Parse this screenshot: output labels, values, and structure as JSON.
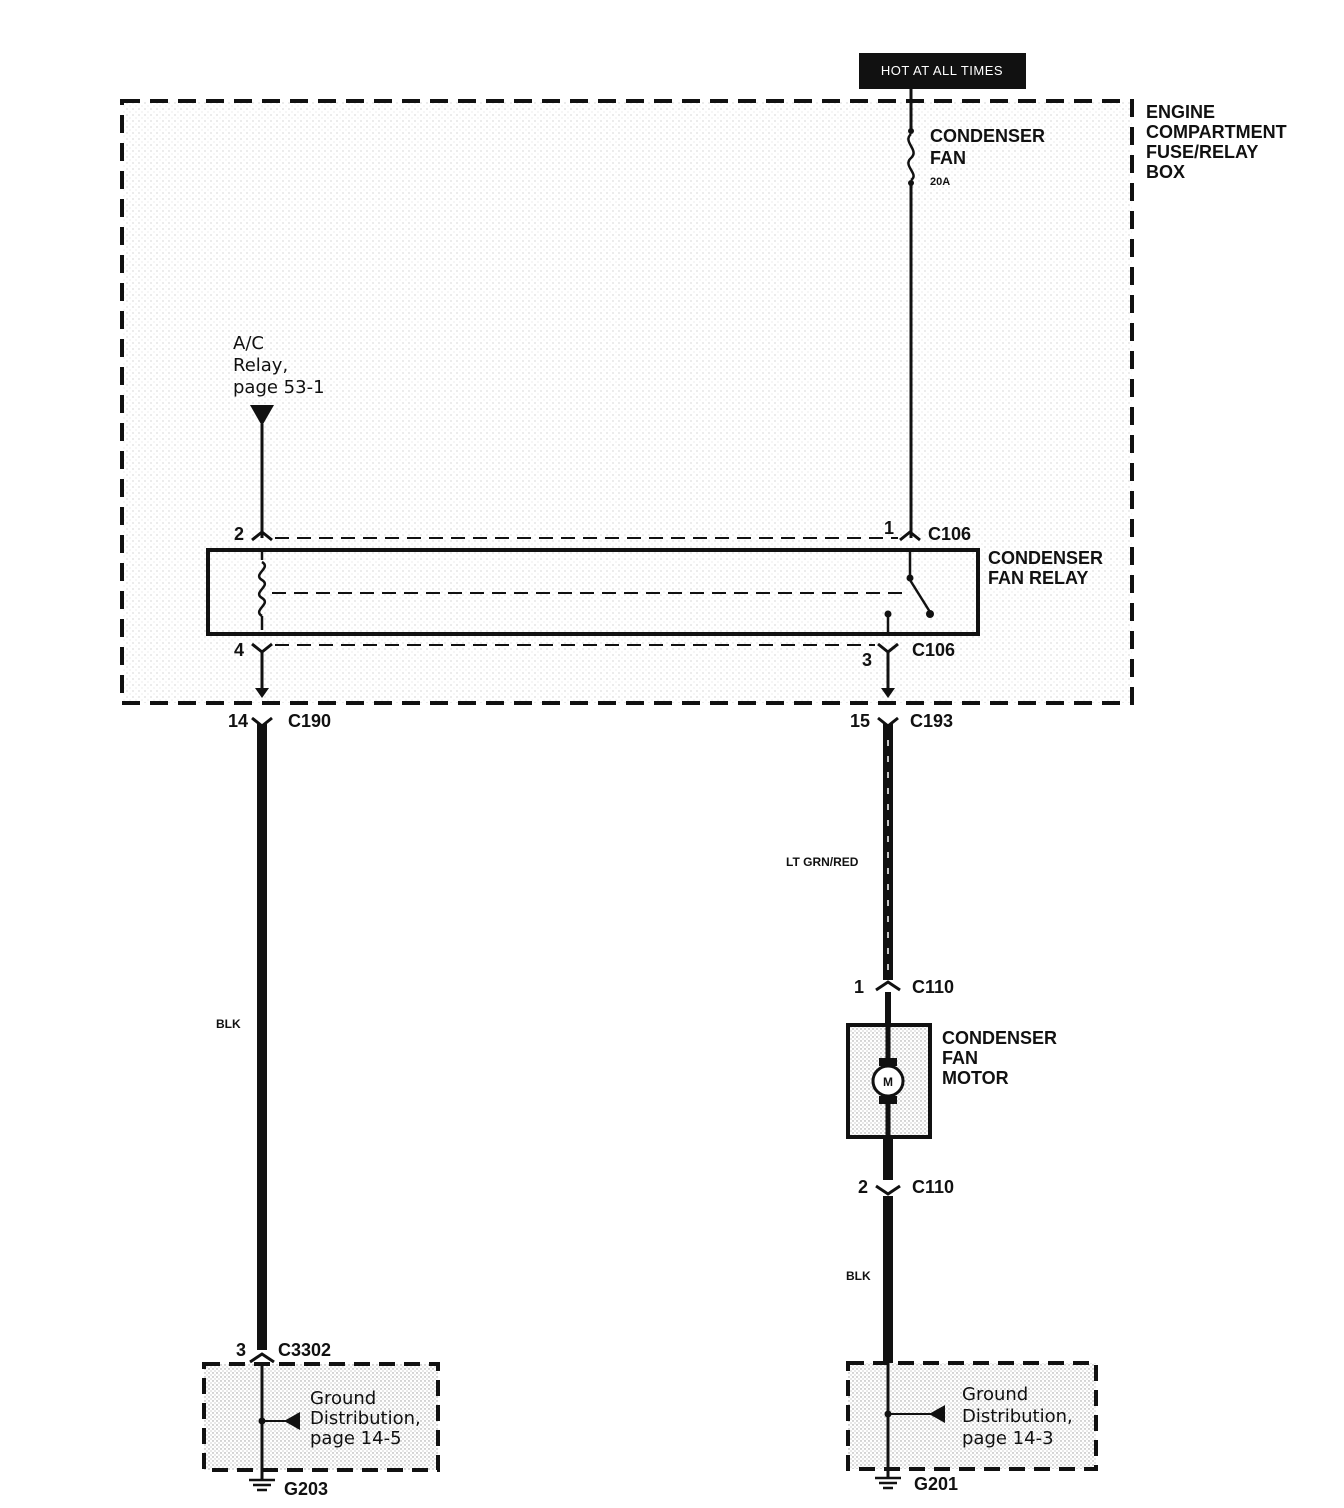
{
  "power": {
    "label": "HOT AT ALL TIMES"
  },
  "fuse_box": {
    "label_lines": [
      "ENGINE",
      "COMPARTMENT",
      "FUSE/RELAY",
      "BOX"
    ]
  },
  "fuse": {
    "name_lines": [
      "CONDENSER",
      "FAN"
    ],
    "rating": "20A"
  },
  "ac_relay_ref": {
    "lines": [
      "A/C",
      "Relay,",
      "page 53-1"
    ]
  },
  "relay": {
    "name_lines": [
      "CONDENSER",
      "FAN RELAY"
    ]
  },
  "connectors": {
    "c106_top": {
      "pin_left": "2",
      "pin_right": "1",
      "name": "C106"
    },
    "c106_bottom": {
      "pin_left": "4",
      "pin_right": "3",
      "name": "C106"
    },
    "c190": {
      "pin": "14",
      "name": "C190"
    },
    "c193": {
      "pin": "15",
      "name": "C193"
    },
    "c110_top": {
      "pin": "1",
      "name": "C110"
    },
    "c110_bottom": {
      "pin": "2",
      "name": "C110"
    },
    "c3302": {
      "pin": "3",
      "name": "C3302"
    }
  },
  "wires": {
    "left": "BLK",
    "right_upper": "LT GRN/RED",
    "right_lower": "BLK"
  },
  "motor": {
    "name_lines": [
      "CONDENSER",
      "FAN",
      "MOTOR"
    ],
    "symbol": "M"
  },
  "grounds": {
    "left": {
      "name": "G203",
      "ref_lines": [
        "Ground",
        "Distribution,",
        "page 14-5"
      ]
    },
    "right": {
      "name": "G201",
      "ref_lines": [
        "Ground",
        "Distribution,",
        "page 14-3"
      ]
    }
  }
}
